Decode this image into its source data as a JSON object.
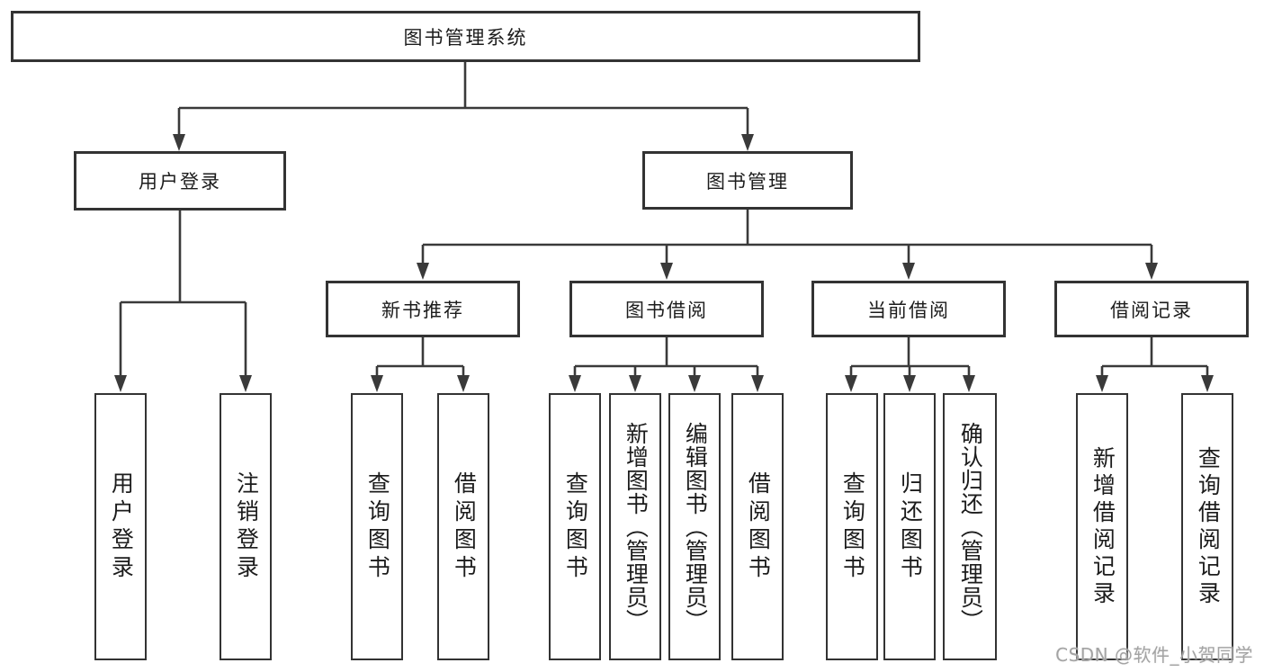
{
  "title": {
    "label": "图书管理系统"
  },
  "level2": [
    {
      "label": "用户登录"
    },
    {
      "label": "图书管理"
    }
  ],
  "level3": [
    {
      "label": "新书推荐"
    },
    {
      "label": "图书借阅"
    },
    {
      "label": "当前借阅"
    },
    {
      "label": "借阅记录"
    }
  ],
  "leaves": [
    {
      "label": "用户登录"
    },
    {
      "label": "注销登录"
    },
    {
      "label": "查询图书"
    },
    {
      "label": "借阅图书"
    },
    {
      "label": "查询图书"
    },
    {
      "label": "新增图书（管理员）"
    },
    {
      "label": "编辑图书（管理员）"
    },
    {
      "label": "借阅图书"
    },
    {
      "label": "查询图书"
    },
    {
      "label": "归还图书"
    },
    {
      "label": "确认归还（管理员）"
    },
    {
      "label": "新增借阅记录"
    },
    {
      "label": "查询借阅记录"
    }
  ],
  "watermark": {
    "text": "CSDN @软件_小贺同学"
  },
  "colors": {
    "line": "#3a3a3a",
    "border": "#333333",
    "text": "#1c1c1c",
    "box_fill": "#ffffff",
    "watermark": "#a3a3a3"
  }
}
